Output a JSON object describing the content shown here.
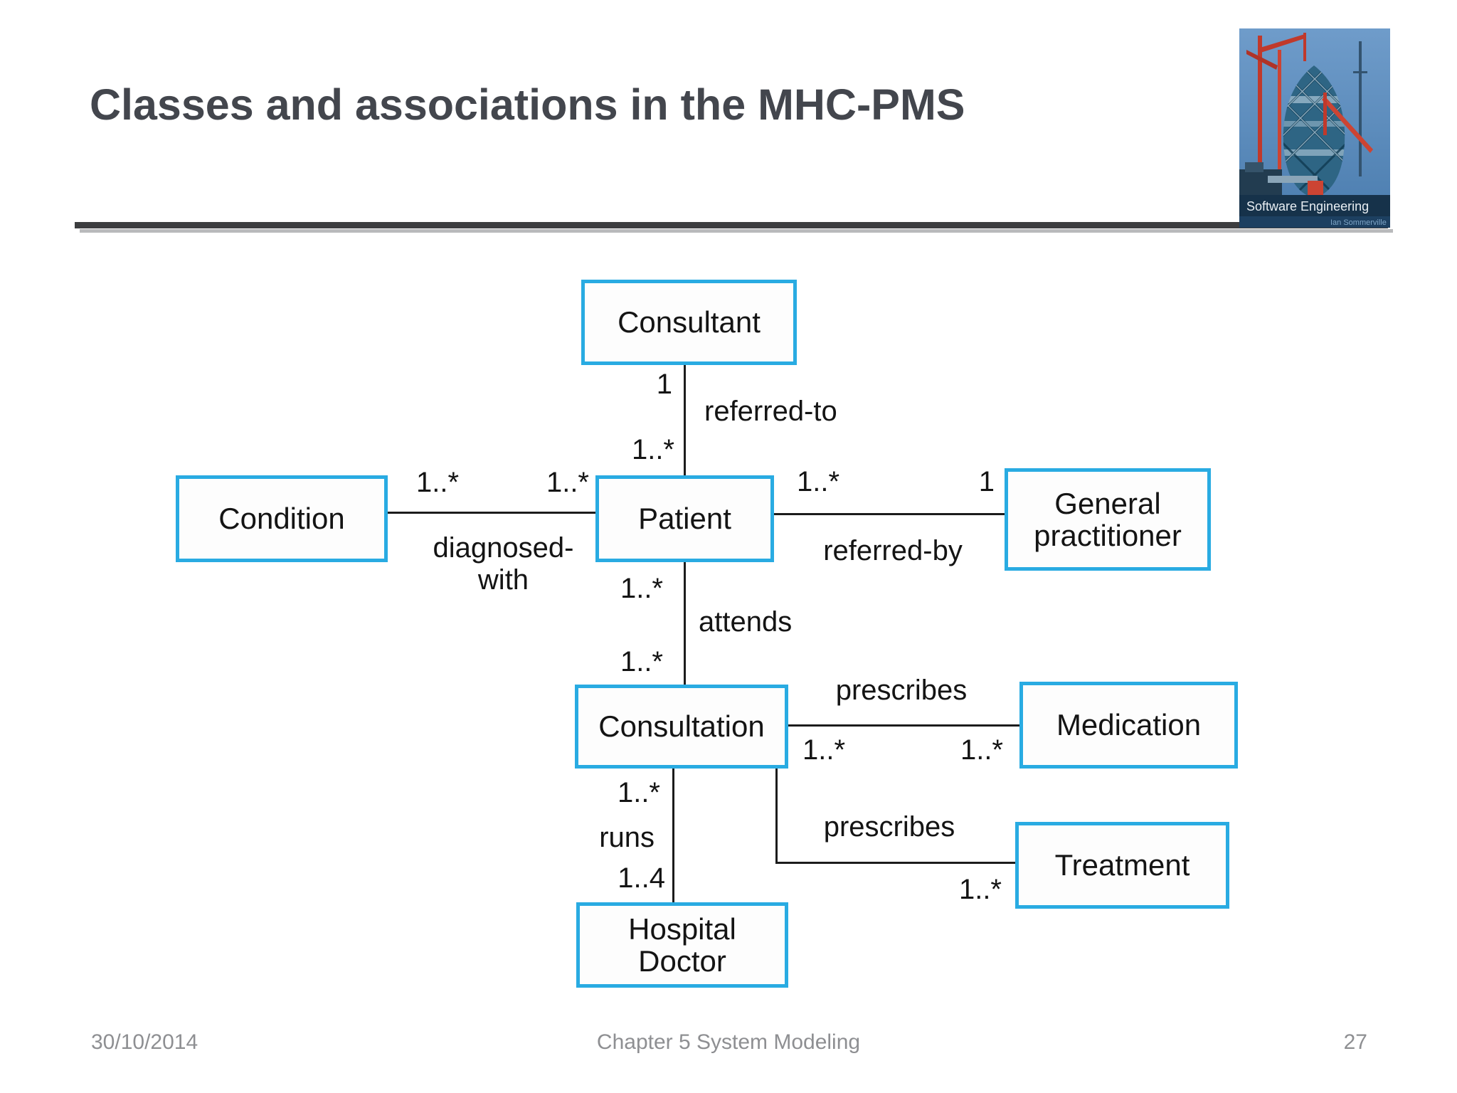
{
  "slide": {
    "title": "Classes and associations in the MHC-PMS",
    "footer": {
      "date": "30/10/2014",
      "chapter": "Chapter 5 System Modeling",
      "page": "27"
    }
  },
  "logo": {
    "book_title": "Software Engineering",
    "book_author": "Ian Sommerville"
  },
  "colors": {
    "box_border": "#29abe2",
    "line": "#1c1c1c",
    "title_text": "#43464d",
    "footer_text": "#8e8f92",
    "logo_sky": "#5e90c4"
  },
  "diagram": {
    "type": "uml-class-diagram",
    "classes": {
      "consultant": "Consultant",
      "condition": "Condition",
      "patient": "Patient",
      "general_practitioner": "General practitioner",
      "consultation": "Consultation",
      "medication": "Medication",
      "treatment": "Treatment",
      "hospital_doctor": "Hospital Doctor"
    },
    "associations": [
      {
        "from": "Consultant",
        "to": "Patient",
        "label": "referred-to",
        "from_mult": "1",
        "to_mult": "1..*"
      },
      {
        "from": "Condition",
        "to": "Patient",
        "label_lines": [
          "diagnosed-",
          "with"
        ],
        "from_mult": "1..*",
        "to_mult": "1..*"
      },
      {
        "from": "Patient",
        "to": "General practitioner",
        "label": "referred-by",
        "from_mult": "1..*",
        "to_mult": "1"
      },
      {
        "from": "Patient",
        "to": "Consultation",
        "label": "attends",
        "from_mult": "1..*",
        "to_mult": "1..*"
      },
      {
        "from": "Consultation",
        "to": "Medication",
        "label": "prescribes",
        "from_mult": "1..*",
        "to_mult": "1..*"
      },
      {
        "from": "Consultation",
        "to": "Treatment",
        "label": "prescribes",
        "to_mult": "1..*"
      },
      {
        "from": "Consultation",
        "to": "Hospital Doctor",
        "label": "runs",
        "from_mult": "1..*",
        "to_mult": "1..4"
      }
    ]
  }
}
